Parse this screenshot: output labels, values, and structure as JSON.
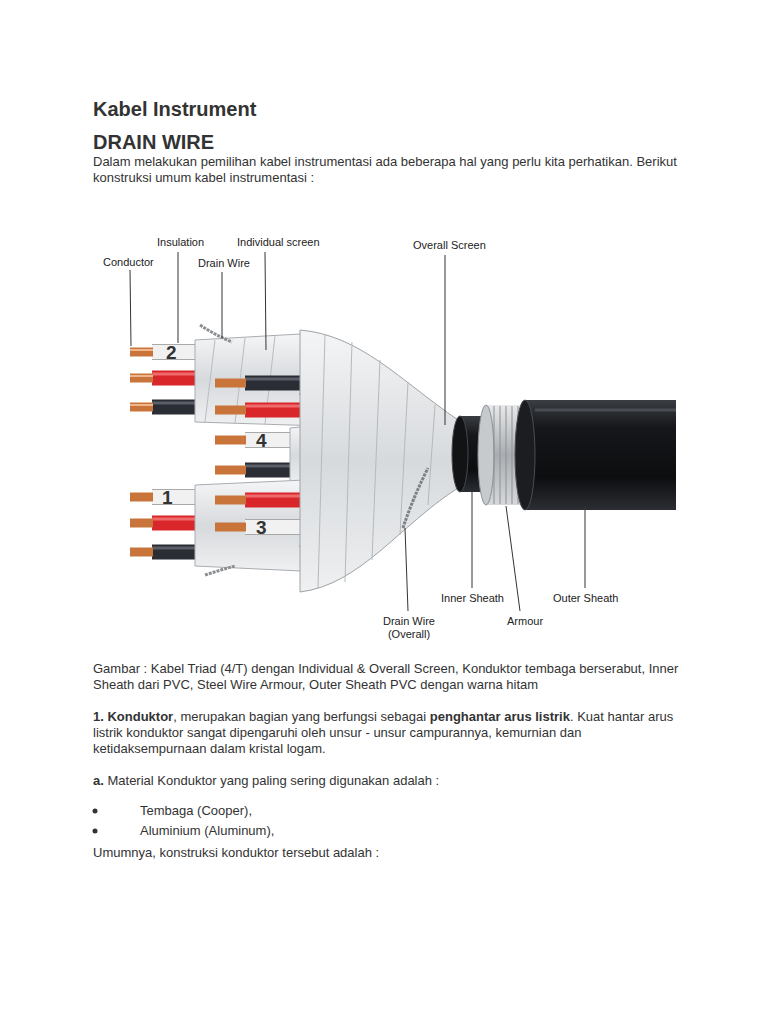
{
  "diagram": {
    "title": "Kabel Instrument",
    "caption": "Gambar : Kabel Triad (4/T) dengan Individual & Overall Screen, Konduktor tembaga berserabut, Inner Sheath dari PVC, Steel Wire Armour, Outer Sheath PVC dengan warna hitam",
    "labels": [
      "DRAIN WIRE",
      "Dalam melakukan pemilihan kabel instrumentasi ada beberapa hal yang perlu kita perhatikan. Berikut konstruksi umum kabel instrumentasi :",
      "Insulation",
      "Individual screen",
      "Overall Screen",
      "Conductor",
      "Drain Wire",
      "2",
      "4",
      "1",
      "3",
      "Inner Sheath",
      "Outer Sheath",
      "Drain Wire (Overall)",
      "Armour",
      "1. Konduktor",
      ", merupakan bagian yang berfungsi sebagai",
      "penghantar arus listrik",
      ". Kuat hantar arus listrik konduktor sangat dipengaruhi oleh unsur - unsur campurannya, kemurnian dan ketidaksempurnaan dalam kristal logam.",
      "a.",
      "Material Konduktor yang paling sering digunakan adalah :",
      "Tembaga (Cooper),",
      "Aluminium (Aluminum),",
      "Umumnya, konstruksi konduktor tersebut adalah :"
    ]
  }
}
